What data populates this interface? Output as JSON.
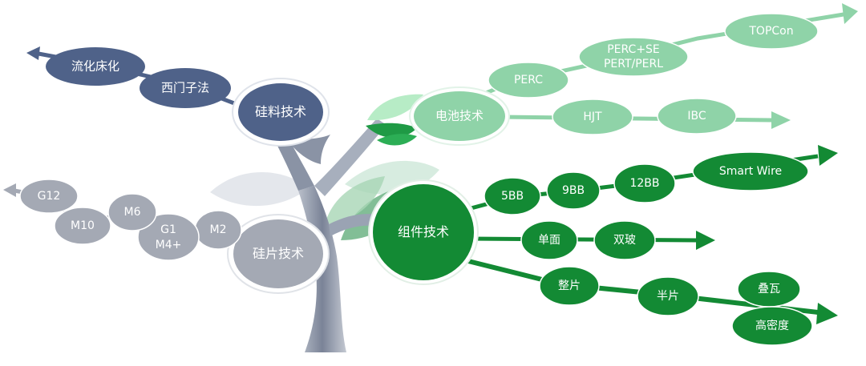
{
  "hubs": {
    "silicon_material": "硅料技术",
    "wafer": "硅片技术",
    "cell": "电池技术",
    "module": "组件技术"
  },
  "silicon_material_branch": [
    "西门子法",
    "流化床化"
  ],
  "wafer_branch": {
    "m2": "M2",
    "g1_m4": [
      "G1",
      "M4+"
    ],
    "m6": "M6",
    "m10": "M10",
    "g12": "G12"
  },
  "cell_branch": {
    "upper": [
      "PERC",
      [
        "PERC+SE",
        "PERT/PERL"
      ],
      "TOPCon"
    ],
    "lower": [
      "HJT",
      "IBC"
    ]
  },
  "module_branch": {
    "busbar": [
      "5BB",
      "9BB",
      "12BB",
      "Smart Wire"
    ],
    "glass": [
      "单面",
      "双玻"
    ],
    "cut": [
      "整片",
      "半片",
      "叠瓦",
      "高密度"
    ]
  },
  "colors": {
    "silicon_material": "#4f6289",
    "wafer": "#a4a9b4",
    "cell": "#8fd3a8",
    "module": "#138a34",
    "trunk": "#6a7385"
  }
}
